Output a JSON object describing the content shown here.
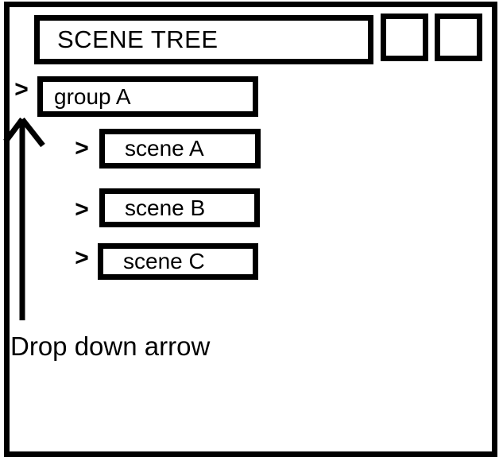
{
  "colors": {
    "ink": "#000000",
    "background": "#ffffff"
  },
  "header": {
    "title": "SCENE TREE"
  },
  "tree": {
    "expander_glyph": ">",
    "items": [
      {
        "label": "group A",
        "level": 0
      },
      {
        "label": "scene A",
        "level": 1
      },
      {
        "label": "scene B",
        "level": 1
      },
      {
        "label": "scene C",
        "level": 1
      }
    ]
  },
  "annotation": {
    "label": "Drop down arrow"
  }
}
